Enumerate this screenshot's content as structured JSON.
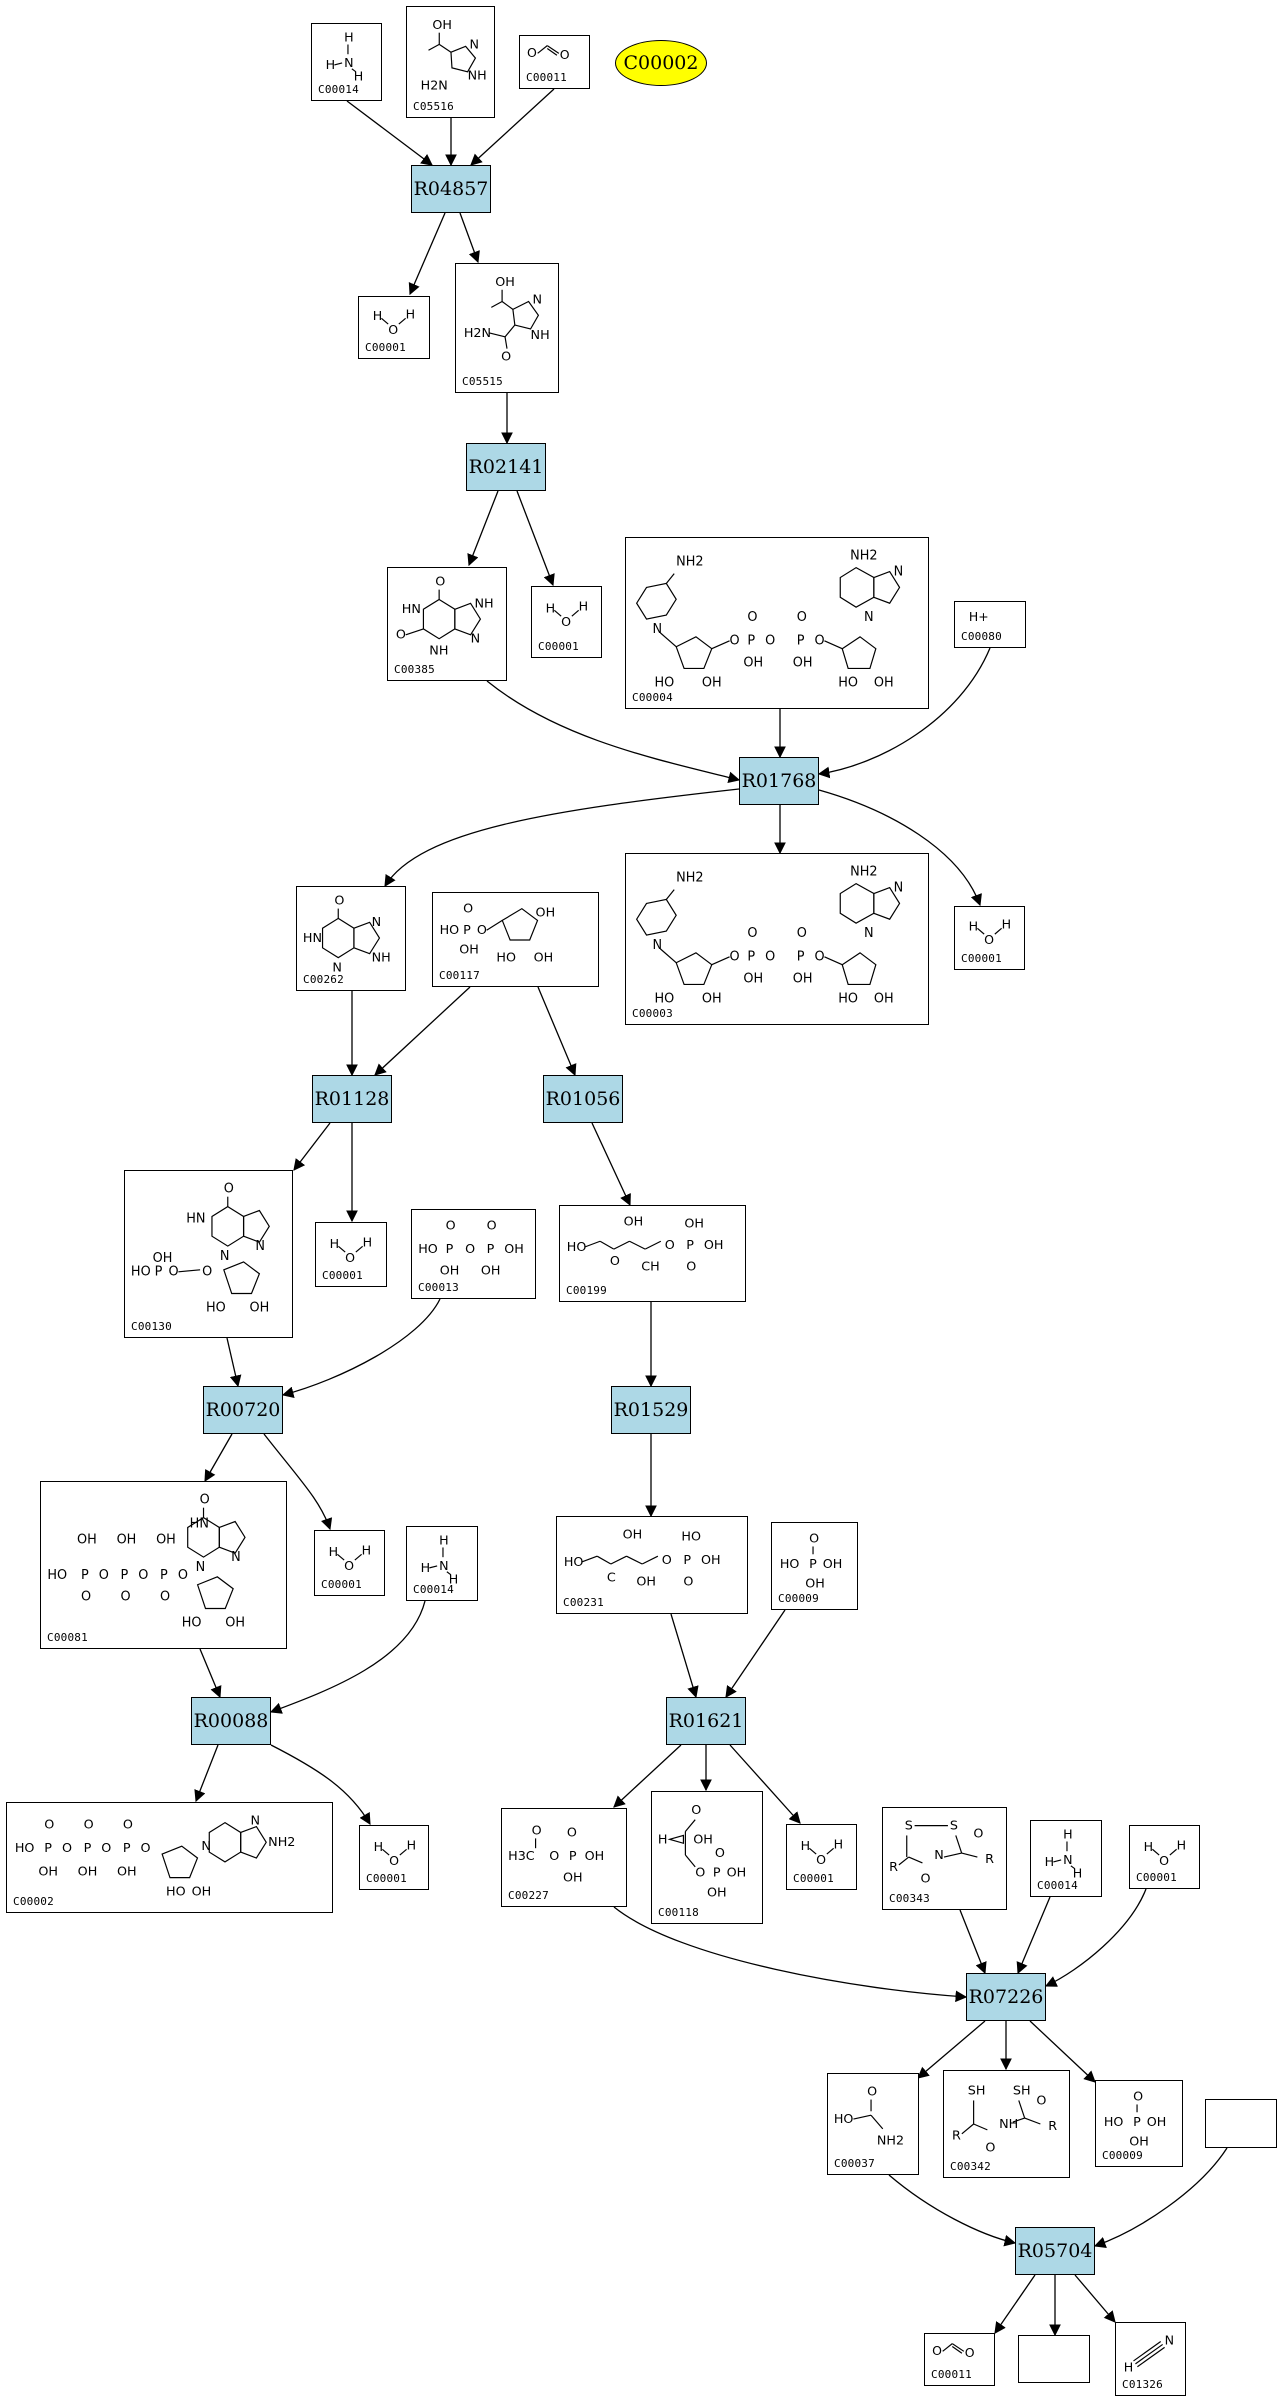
{
  "pathway": {
    "start_compound": "C00002",
    "reactions": [
      "R04857",
      "R02141",
      "R01768",
      "R01128",
      "R01056",
      "R00720",
      "R01529",
      "R00088",
      "R01621",
      "R07226",
      "R05704"
    ],
    "compounds": {
      "c00014_a": "C00014",
      "c05516": "C05516",
      "c00011_a": "C00011",
      "c00001_a": "C00001",
      "c05515": "C05515",
      "c00385": "C00385",
      "c00001_b": "C00001",
      "c00004": "C00004",
      "c00080": "C00080",
      "c00262": "C00262",
      "c00117": "C00117",
      "c00003": "C00003",
      "c00001_c": "C00001",
      "c00130": "C00130",
      "c00001_d": "C00001",
      "c00013": "C00013",
      "c00199": "C00199",
      "c00081": "C00081",
      "c00001_e": "C00001",
      "c00014_b": "C00014",
      "c00231": "C00231",
      "c00009_a": "C00009",
      "c00002": "C00002",
      "c00001_f": "C00001",
      "c00227": "C00227",
      "c00118": "C00118",
      "c00001_g": "C00001",
      "c00343": "C00343",
      "c00014_c": "C00014",
      "c00001_h": "C00001",
      "c00037": "C00037",
      "c00342": "C00342",
      "c00009_b": "C00009",
      "c00011_b": "C00011",
      "c01326": "C01326"
    }
  },
  "structure_text": {
    "h2o": {
      "o": "O",
      "h1": "H",
      "h2": "H"
    },
    "nh3": {
      "n": "N",
      "h": "H"
    },
    "proton": "H+",
    "co": {
      "o": "O"
    },
    "oh": "OH",
    "ho": "HO",
    "nh2": "NH2",
    "o": "O",
    "p": "P",
    "n": "N",
    "nh": "NH",
    "hn": "HN",
    "h2n": "H2N",
    "s": "S",
    "sh": "SH",
    "r": "R",
    "h": "H",
    "h3c": "H3C",
    "ch": "CH",
    "c": "C"
  },
  "colors": {
    "reaction_fill": "#add8e6",
    "start_fill": "#ffff00",
    "border": "#000000",
    "edge": "#000000",
    "background": "#ffffff"
  }
}
